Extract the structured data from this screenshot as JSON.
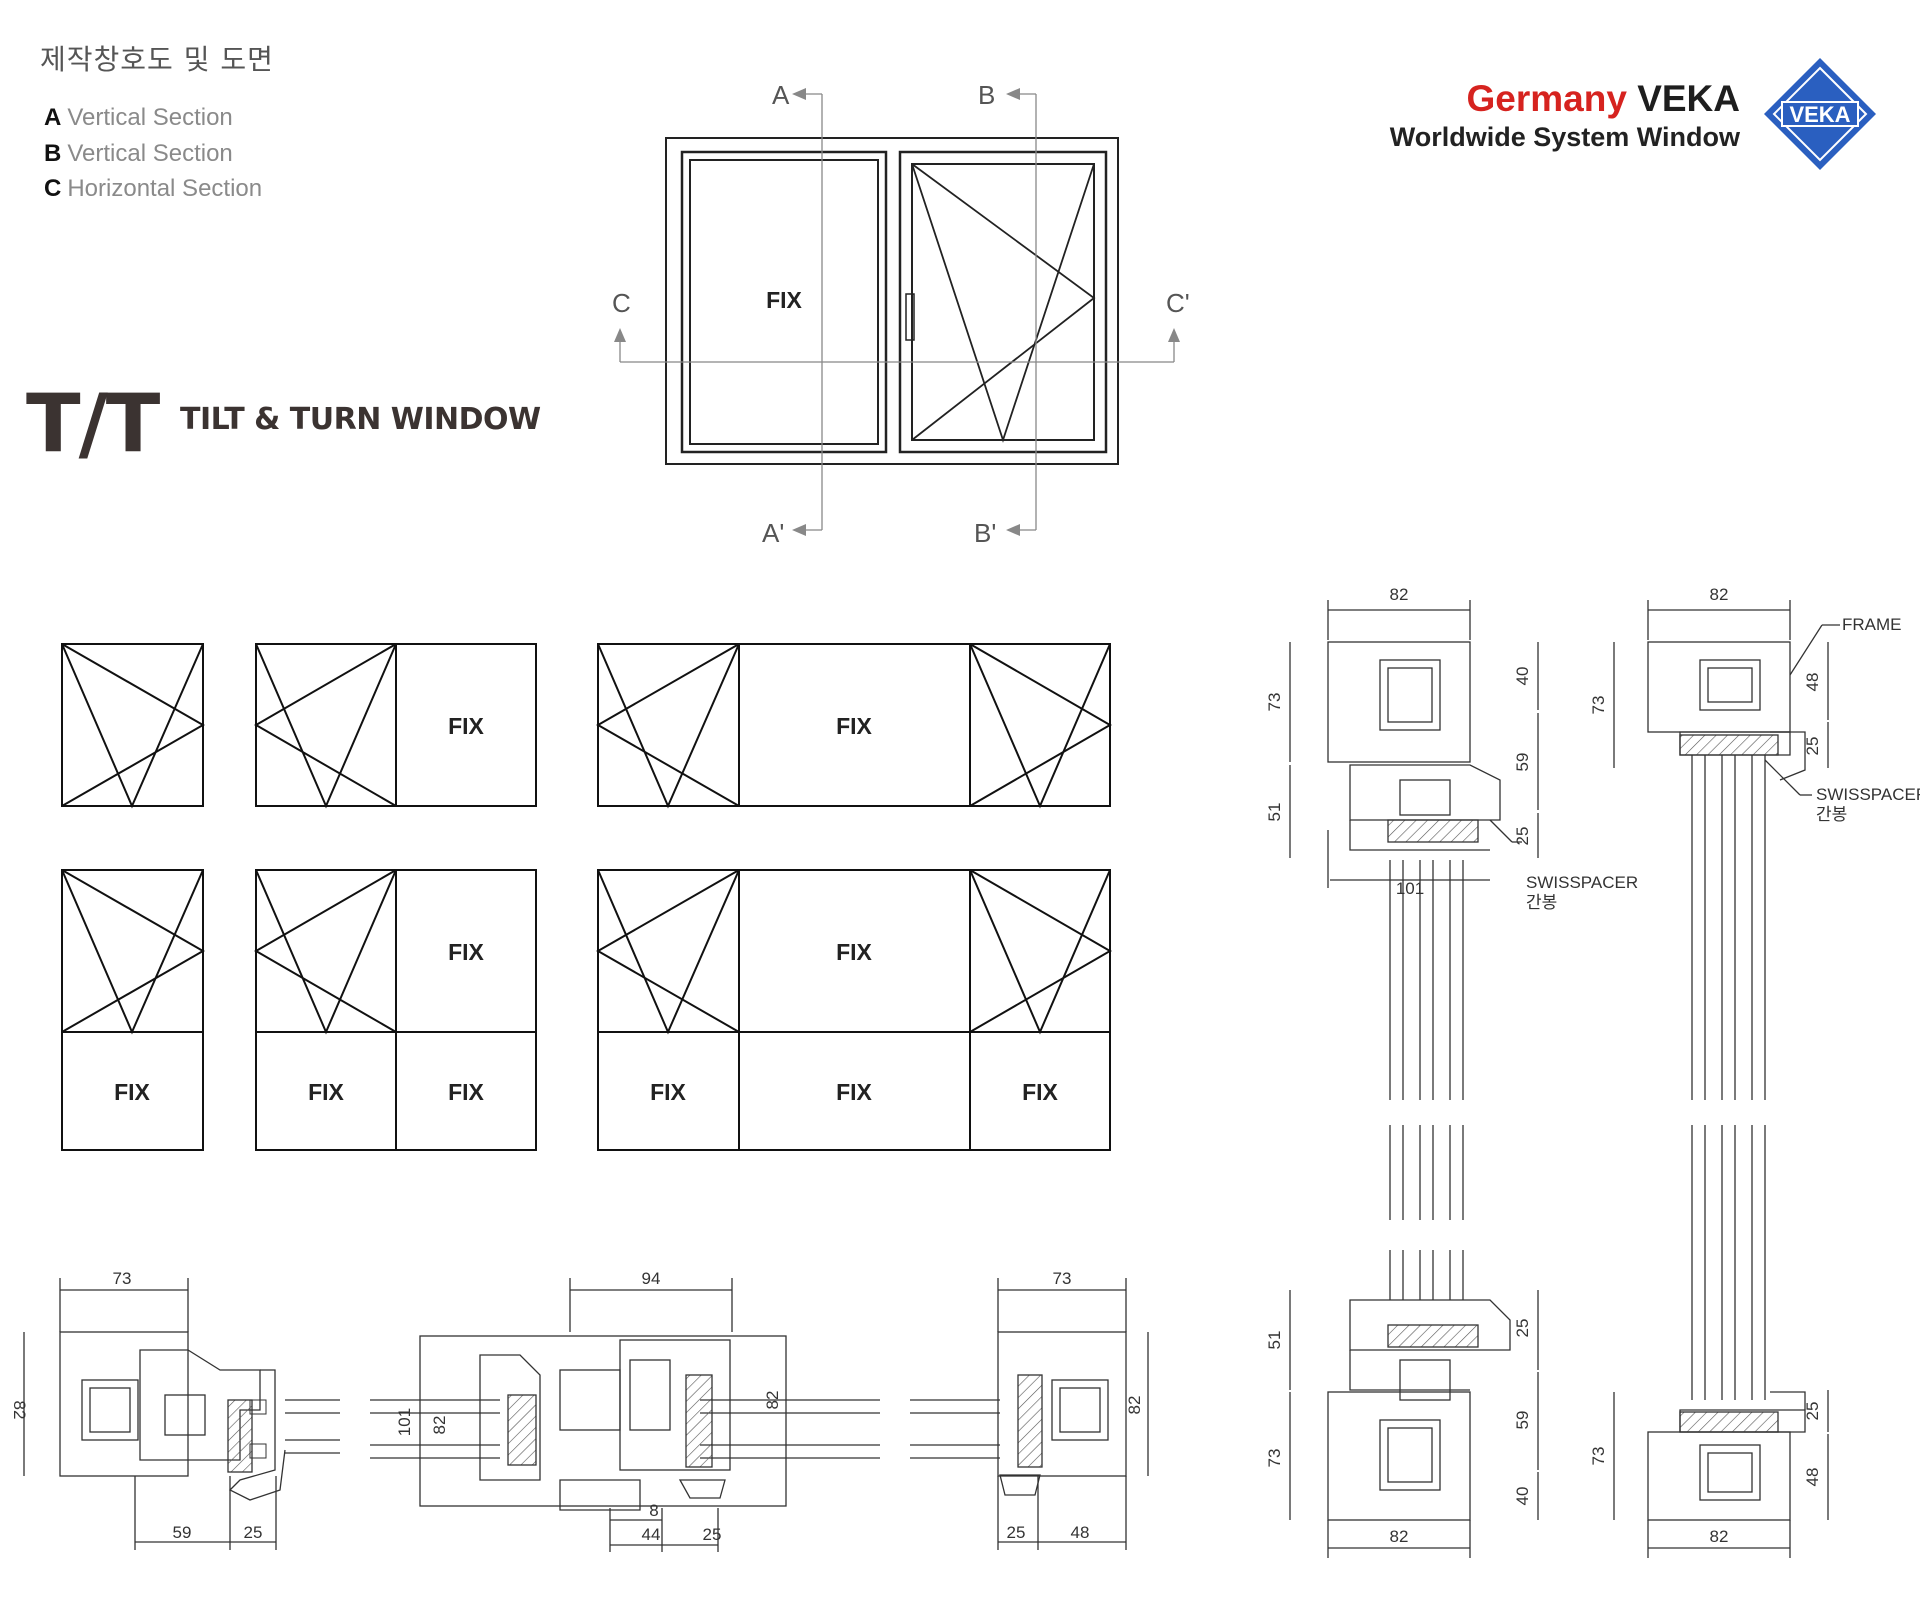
{
  "header": {
    "title": "제작창호도 및 도면"
  },
  "legend": [
    {
      "key": "A",
      "label": "Vertical Section"
    },
    {
      "key": "B",
      "label": "Vertical Section"
    },
    {
      "key": "C",
      "label": "Horizontal Section"
    }
  ],
  "brand": {
    "line1_red": "Germany",
    "line1_dark": "VEKA",
    "line2": "Worldwide System Window",
    "logo_text": "VEKA",
    "colors": {
      "red": "#d6231f",
      "blue": "#2a5fc0"
    }
  },
  "product": {
    "logo": "T/T",
    "name": "TILT & TURN WINDOW"
  },
  "main_elevation": {
    "fix_label": "FIX",
    "markers": {
      "a": "A",
      "a_prime": "A'",
      "b": "B",
      "b_prime": "B'",
      "c": "C",
      "c_prime": "C'"
    }
  },
  "thumbnails": {
    "fix_label": "FIX"
  },
  "bottom_dims": {
    "s1": {
      "top": "73",
      "left": "82",
      "b1": "59",
      "b2": "25"
    },
    "s2": {
      "top": "94",
      "v1": "101",
      "v2": "82",
      "v3": "82",
      "small": "8",
      "b1": "44",
      "b2": "25"
    },
    "s3": {
      "top": "73",
      "right": "82",
      "b1": "25",
      "b2": "48"
    }
  },
  "right_dims": {
    "a_top": {
      "top": "82",
      "left": "73",
      "r1": "40",
      "r2": "59",
      "r3": "25",
      "l2": "51",
      "bottom": "101",
      "note1": "SWISSPACER",
      "note2": "간봉"
    },
    "b_top": {
      "top": "82",
      "left": "73",
      "r1": "48",
      "r2": "25",
      "frame": "FRAME",
      "note1": "SWISSPACER",
      "note2": "간봉"
    },
    "a_bot": {
      "l1": "51",
      "l2": "73",
      "r1": "25",
      "r2": "59",
      "r3": "40",
      "bottom": "82"
    },
    "b_bot": {
      "left": "73",
      "r1": "25",
      "r2": "48",
      "bottom": "82"
    }
  }
}
